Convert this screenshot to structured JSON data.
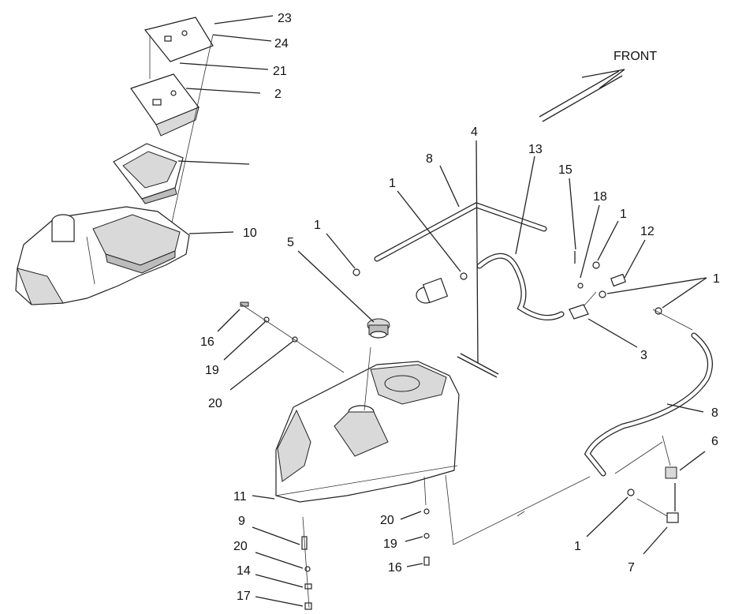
{
  "direction_label": "FRONT",
  "callouts": [
    {
      "id": "c23a",
      "text": "23"
    },
    {
      "id": "c24",
      "text": "24"
    },
    {
      "id": "c21",
      "text": "21"
    },
    {
      "id": "c2",
      "text": "2"
    },
    {
      "id": "c10",
      "text": "10"
    },
    {
      "id": "c8a",
      "text": "8"
    },
    {
      "id": "c4",
      "text": "4"
    },
    {
      "id": "c13",
      "text": "13"
    },
    {
      "id": "c1a",
      "text": "1"
    },
    {
      "id": "c1b",
      "text": "1"
    },
    {
      "id": "c15",
      "text": "15"
    },
    {
      "id": "c18",
      "text": "18"
    },
    {
      "id": "c1c",
      "text": "1"
    },
    {
      "id": "c12",
      "text": "12"
    },
    {
      "id": "c1d",
      "text": "1"
    },
    {
      "id": "c5",
      "text": "5"
    },
    {
      "id": "c3",
      "text": "3"
    },
    {
      "id": "c16a",
      "text": "16"
    },
    {
      "id": "c19a",
      "text": "19"
    },
    {
      "id": "c20a",
      "text": "20"
    },
    {
      "id": "c8b",
      "text": "8"
    },
    {
      "id": "c6",
      "text": "6"
    },
    {
      "id": "c11",
      "text": "11"
    },
    {
      "id": "c9",
      "text": "9"
    },
    {
      "id": "c20b",
      "text": "20"
    },
    {
      "id": "c20c",
      "text": "20"
    },
    {
      "id": "c19b",
      "text": "19"
    },
    {
      "id": "c14",
      "text": "14"
    },
    {
      "id": "c16b",
      "text": "16"
    },
    {
      "id": "c17",
      "text": "17"
    },
    {
      "id": "c1e",
      "text": "1"
    },
    {
      "id": "c7",
      "text": "7"
    }
  ]
}
